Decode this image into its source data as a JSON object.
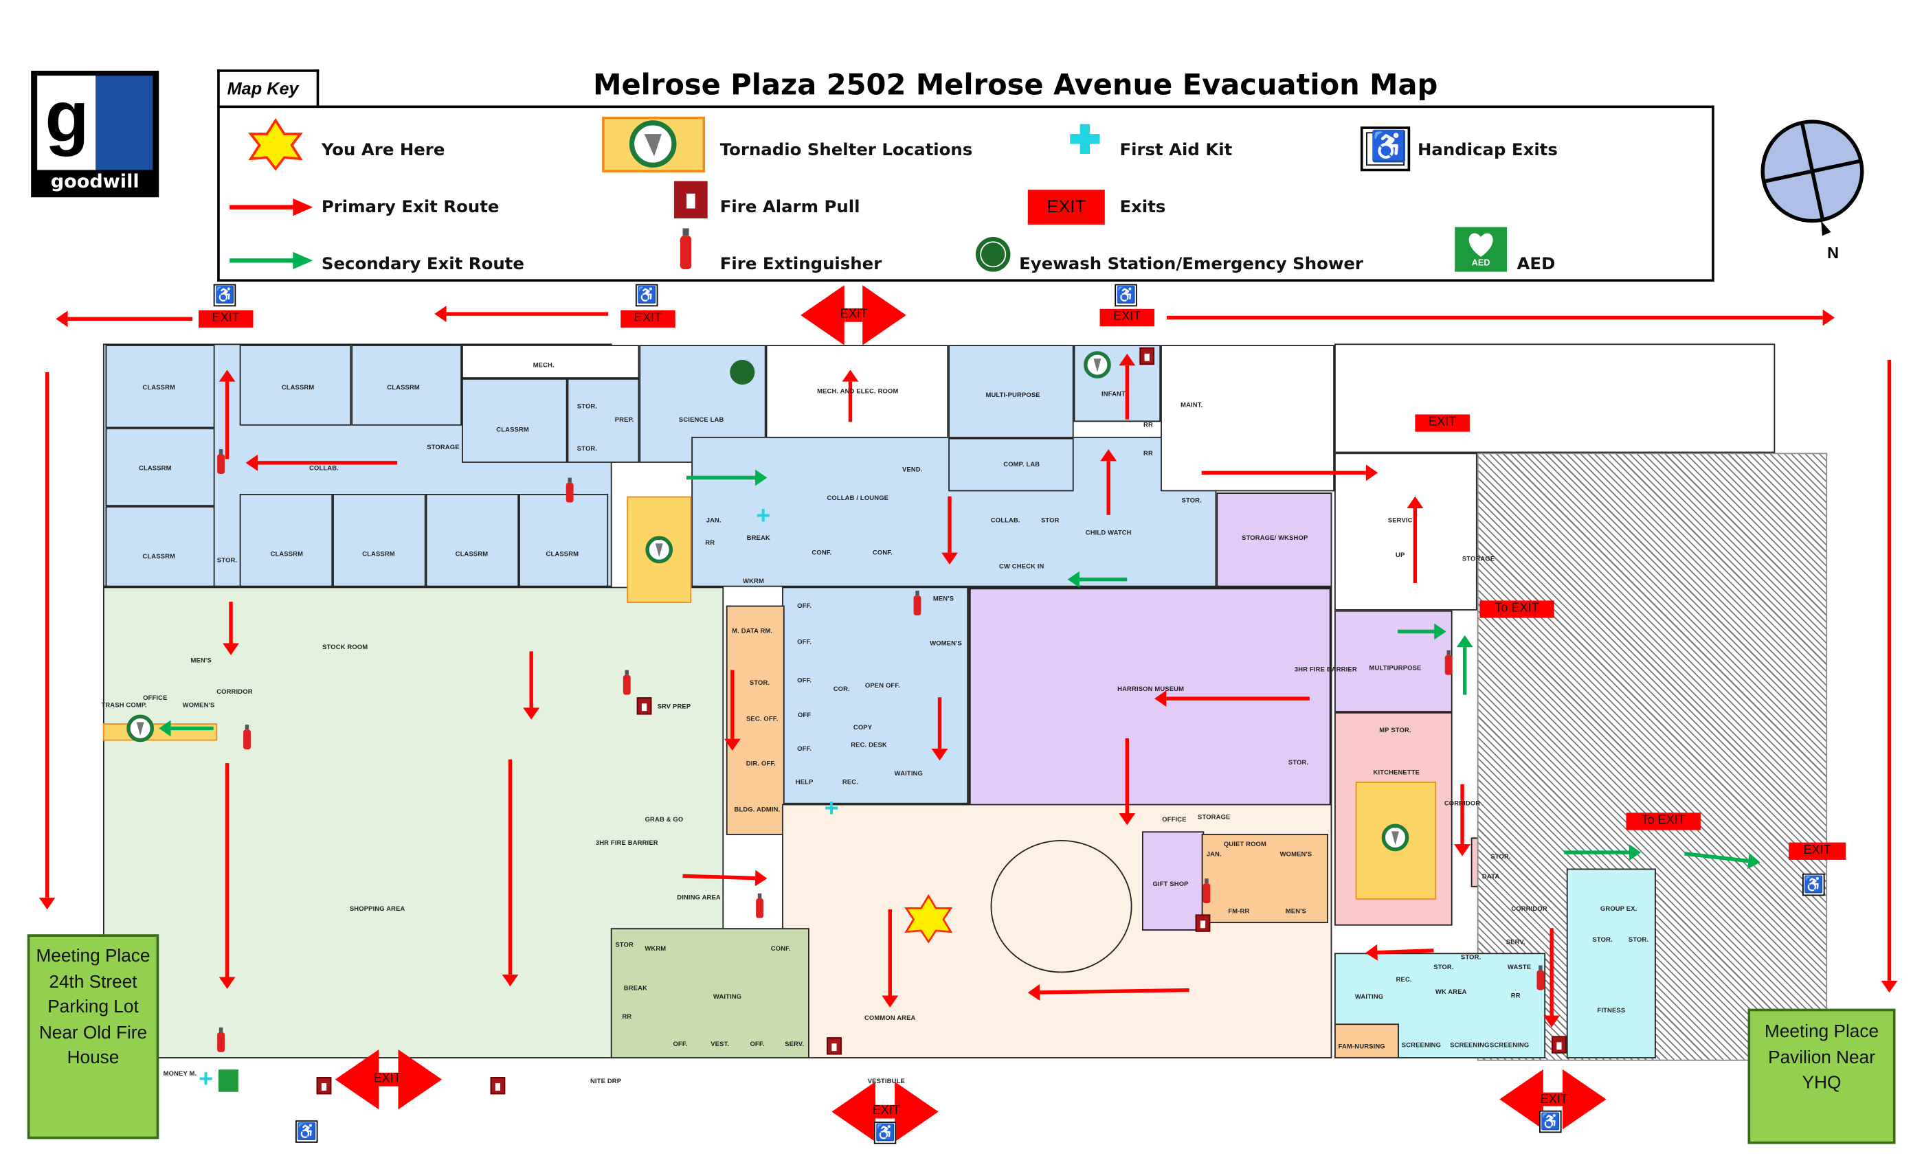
{
  "title": "Melrose Plaza 2502 Melrose Avenue Evacuation Map",
  "logo": {
    "text": "goodwill"
  },
  "map_key": {
    "tab_label": "Map Key",
    "items": {
      "you_are_here": "You Are Here",
      "primary_exit": "Primary Exit Route",
      "secondary_exit": "Secondary Exit Route",
      "tornado_shelter": "Tornadio Shelter Locations",
      "fire_alarm": "Fire Alarm Pull",
      "fire_extinguisher": "Fire Extinguisher",
      "first_aid": "First Aid Kit",
      "exits_badge": "EXIT",
      "exits": "Exits",
      "eyewash": "Eyewash Station/Emergency Shower",
      "handicap": "Handicap Exits",
      "aed_badge": "AED",
      "aed": "AED"
    }
  },
  "compass": {
    "label": "N"
  },
  "meeting_places": {
    "left": "Meeting Place 24th Street Parking Lot Near Old Fire House",
    "right": "Meeting Place Pavilion Near YHQ"
  },
  "exit_signs": [
    "EXIT",
    "EXIT",
    "EXIT",
    "EXIT",
    "To EXIT",
    "To EXIT",
    "EXIT",
    "EXIT",
    "EXIT",
    "EXIT",
    "EXIT"
  ],
  "rooms": [
    "CLASSRM",
    "CLASSRM",
    "CLASSRM",
    "CLASSRM",
    "CLASSRM",
    "MECH.",
    "CLASSRM",
    "STOR.",
    "PREP.",
    "STOR.",
    "SCIENCE LAB",
    "STORAGE",
    "COLLAB.",
    "STOR.",
    "CLASSRM",
    "CLASSRM",
    "CLASSRM",
    "CLASSRM",
    "JAN.",
    "BREAK",
    "RR",
    "WKRM",
    "MECH. AND ELEC. ROOM",
    "MULTI-PURPOSE",
    "INFANT",
    "MAINT.",
    "VEND.",
    "COLLAB / LOUNGE",
    "COMP. LAB",
    "COLLAB.",
    "STOR",
    "CHILD WATCH",
    "CW CHECK IN",
    "CONF.",
    "CONF.",
    "STOR.",
    "STORAGE/ WKSHOP",
    "SERVIC",
    "STORAGE",
    "STOCK ROOM",
    "MEN'S",
    "CORRIDOR",
    "OFFICE",
    "WOMEN'S",
    "TRASH COMP.",
    "M. DATA RM.",
    "STOR.",
    "SEC. OFF.",
    "DIR. OFF.",
    "BLDG. ADMIN.",
    "SRV PREP",
    "OFF.",
    "OFF.",
    "OFF.",
    "OFF",
    "OFF.",
    "HELP",
    "COR.",
    "OPEN OFF.",
    "COPY",
    "REC. DESK",
    "REC.",
    "WAITING",
    "MEN'S",
    "WOMEN'S",
    "HARRISON MUSEUM",
    "STOR.",
    "MULTIPURPOSE",
    "MP STOR.",
    "KITCHENETTE",
    "CORRIDOR",
    "GRAB & GO",
    "DINING AREA",
    "SHOPPING AREA",
    "OFFICE",
    "STORAGE",
    "QUIET ROOM",
    "JAN.",
    "WOMEN'S",
    "GIFT SHOP",
    "FM-RR",
    "MEN'S",
    "STOR.",
    "DATA",
    "CORRIDOR",
    "GROUP EX.",
    "STOR.",
    "STOR.",
    "FITNESS",
    "SERV.",
    "STOR.",
    "STOR.",
    "WASTE",
    "REC.",
    "WAITING",
    "WK AREA",
    "RR",
    "FAM-NURSING",
    "SCREENING",
    "SCREENING",
    "SCREENING",
    "STOR",
    "WKRM",
    "BREAK",
    "RR",
    "WAITING",
    "CONF.",
    "OFF.",
    "VEST.",
    "OFF.",
    "SERV.",
    "COMMON AREA",
    "VESTIBULE",
    "NITE DRP",
    "MONEY M.",
    "3HR FIRE BARRIER",
    "3HR FIRE BARRIER",
    "UP",
    "RR",
    "RR"
  ],
  "colors": {
    "primary_exit": "#ff0000",
    "secondary_exit": "#00b050",
    "meeting": "#92d050",
    "classroom_wing": "#c9e1f8",
    "store": "#e4f1de",
    "museum": "#e2ccf7",
    "common": "#fdf0e4",
    "admin": "#fbcb97",
    "shelter": "#fbd566",
    "clinic": "#c4f5f8",
    "mp": "#f9c9c9",
    "break": "#cadcae"
  }
}
